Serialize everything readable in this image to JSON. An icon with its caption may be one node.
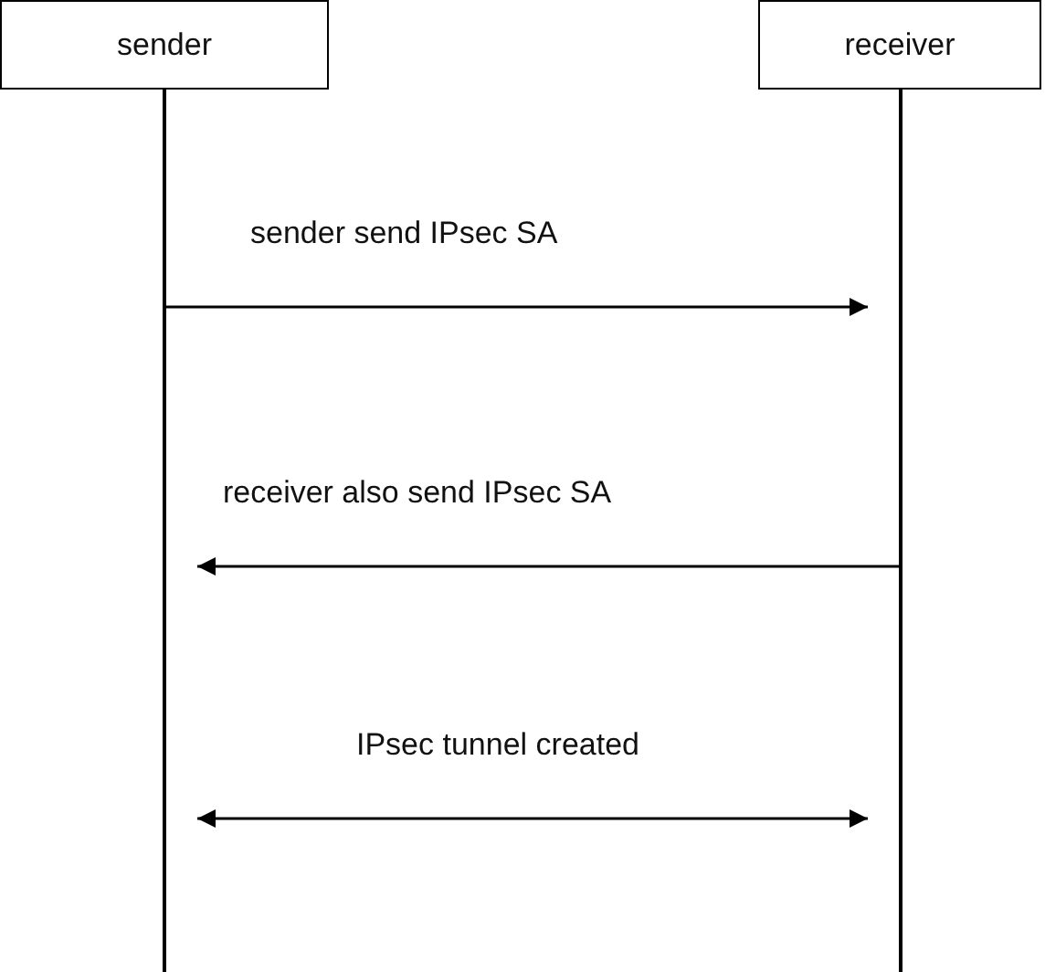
{
  "diagram": {
    "nodes": [
      {
        "text": [
          "sender"
        ]
      },
      {
        "text": [
          "receiver"
        ]
      },
      {
        "text": [],
        "shape": "bar"
      },
      {
        "text": [],
        "shape": "bar"
      }
    ],
    "edges": [
      {
        "from": 2,
        "to": 3,
        "arrow": "to",
        "label": "sender send IPsec SA"
      },
      {
        "from": 3,
        "to": 2,
        "arrow": "to",
        "label": "receiver also send IPsec SA"
      },
      {
        "from": 2,
        "to": 3,
        "arrow": "both",
        "label": "IPsec tunnel created"
      }
    ]
  }
}
